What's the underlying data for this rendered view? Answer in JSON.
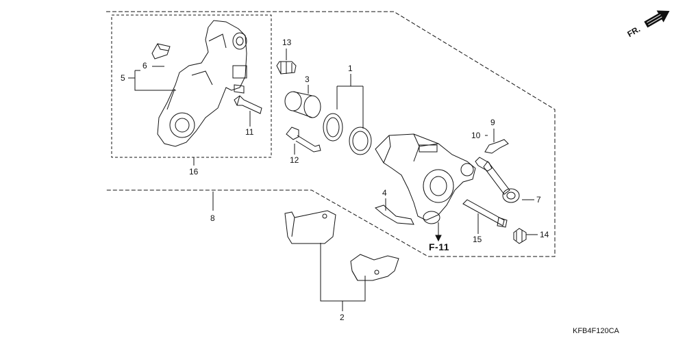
{
  "labels": {
    "c1": "1",
    "c2": "2",
    "c3": "3",
    "c4": "4",
    "c5": "5",
    "c6": "6",
    "c7": "7",
    "c8": "8",
    "c9": "9",
    "c10": "10",
    "c11": "11",
    "c12": "12",
    "c13": "13",
    "c14": "14",
    "c15": "15",
    "c16": "16"
  },
  "reference": "F-11",
  "orientation": "FR.",
  "diagram_code": "KFB4F120CA"
}
